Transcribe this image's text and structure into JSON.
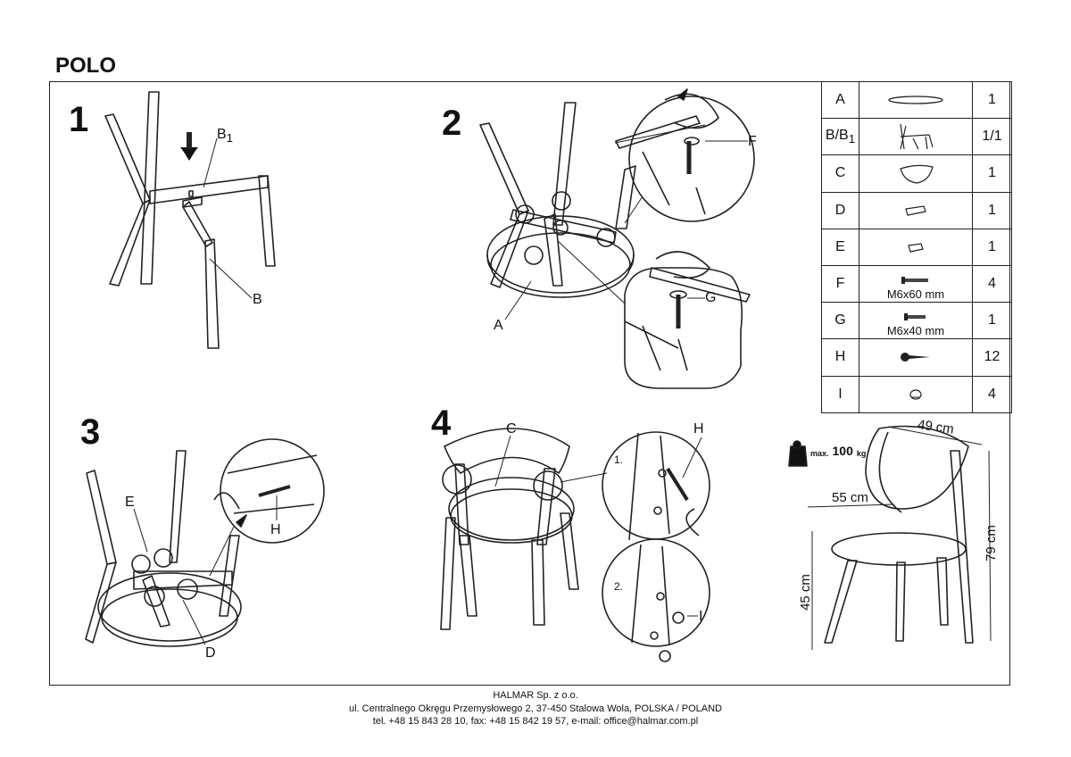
{
  "title": "POLO",
  "steps": [
    "1",
    "2",
    "3",
    "4"
  ],
  "step1_labels": {
    "b1": "B",
    "b1_sub": "1",
    "b": "B"
  },
  "step2_labels": {
    "a": "A",
    "f": "F",
    "g": "G"
  },
  "step3_labels": {
    "e": "E",
    "h": "H",
    "d": "D"
  },
  "step4_labels": {
    "c": "C",
    "h": "H",
    "i": "I",
    "sub1": "1.",
    "sub2": "2."
  },
  "parts": [
    {
      "id": "A",
      "spec": "",
      "qty": "1",
      "icon": "seat-part-icon"
    },
    {
      "id": "B/B",
      "id_sub": "1",
      "spec": "",
      "qty": "1/1",
      "icon": "leg-frame-icon"
    },
    {
      "id": "C",
      "spec": "",
      "qty": "1",
      "icon": "backrest-part-icon"
    },
    {
      "id": "D",
      "spec": "",
      "qty": "1",
      "icon": "bracket-d-icon"
    },
    {
      "id": "E",
      "spec": "",
      "qty": "1",
      "icon": "bracket-e-icon"
    },
    {
      "id": "F",
      "spec": "M6x60 mm",
      "qty": "4",
      "icon": "long-bolt-icon"
    },
    {
      "id": "G",
      "spec": "M6x40 mm",
      "qty": "1",
      "icon": "short-bolt-icon"
    },
    {
      "id": "H",
      "spec": "",
      "qty": "12",
      "icon": "wood-screw-icon"
    },
    {
      "id": "I",
      "spec": "",
      "qty": "4",
      "icon": "cap-icon"
    }
  ],
  "dimensions": {
    "width": "49 cm",
    "depth": "55 cm",
    "height": "79 cm",
    "seat_height": "45 cm"
  },
  "max_load": {
    "prefix": "max.",
    "value": "100",
    "unit": "kg"
  },
  "footer": {
    "company": "HALMAR Sp. z o.o.",
    "address": "ul. Centralnego Okręgu Przemysłowego 2, 37-450 Stalowa Wola, POLSKA / POLAND",
    "contact": "tel. +48 15 843 28 10, fax: +48 15 842 19 57, e-mail: office@halmar.com.pl"
  }
}
